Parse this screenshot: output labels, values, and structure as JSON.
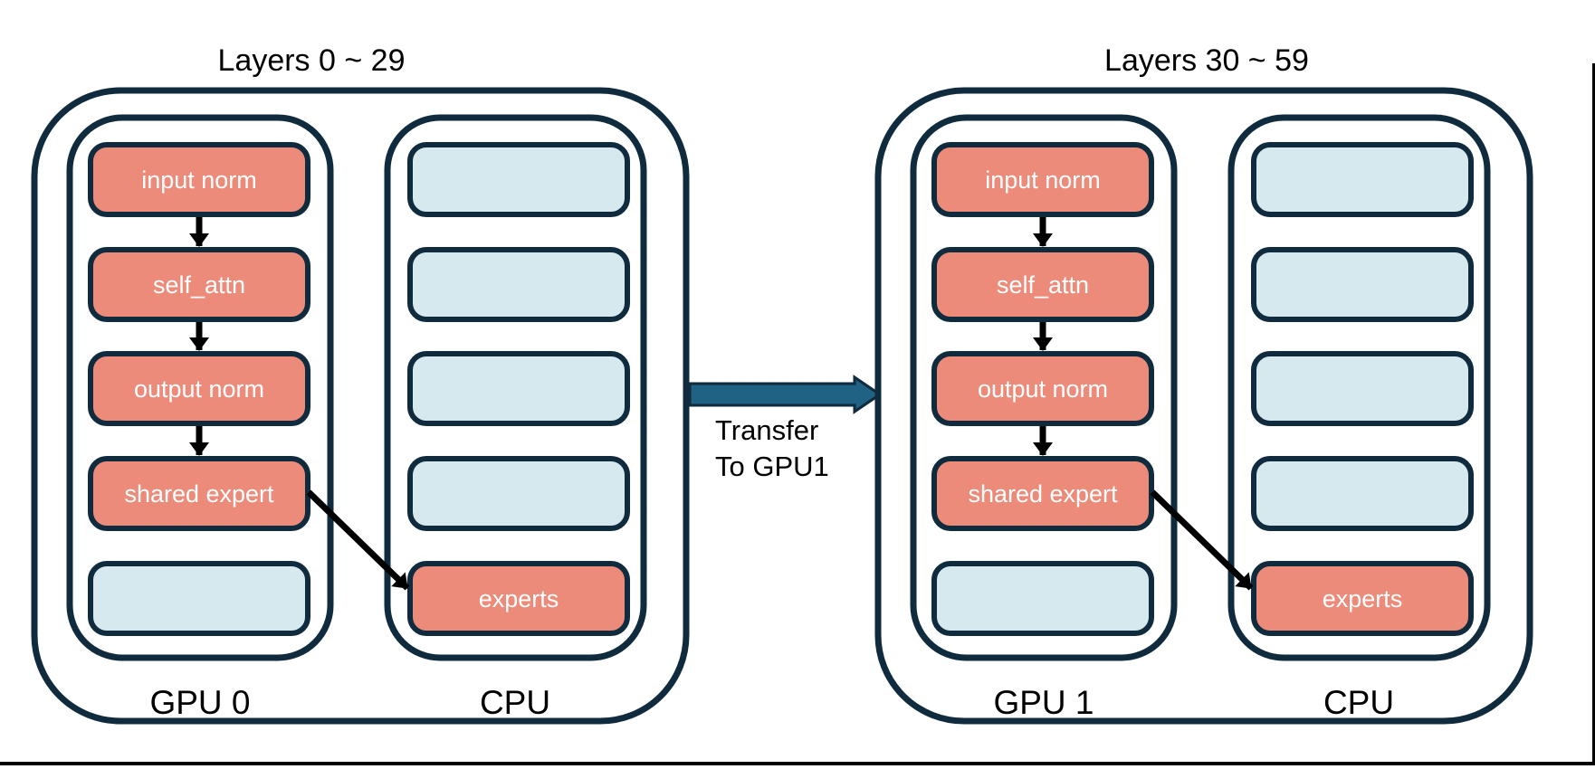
{
  "figure": {
    "left_group": {
      "title": "Layers 0 ~ 29",
      "gpu": {
        "label": "GPU 0",
        "boxes": [
          "input norm",
          "self_attn",
          "output norm",
          "shared expert"
        ]
      },
      "cpu": {
        "label": "CPU",
        "expert_box": "experts"
      }
    },
    "right_group": {
      "title": "Layers 30 ~ 59",
      "gpu": {
        "label": "GPU 1",
        "boxes": [
          "input norm",
          "self_attn",
          "output norm",
          "shared expert"
        ]
      },
      "cpu": {
        "label": "CPU",
        "expert_box": "experts"
      }
    },
    "transfer": {
      "line1": "Transfer",
      "line2": "To GPU1"
    },
    "colors": {
      "border_navy": "#0F2B3D",
      "salmon_box": "#ED8B7A",
      "light_blue_box": "#D6E9EF",
      "transfer_arrow": "#1F6283",
      "text_on_box": "#FFFFFF",
      "text_black": "#000000"
    }
  }
}
